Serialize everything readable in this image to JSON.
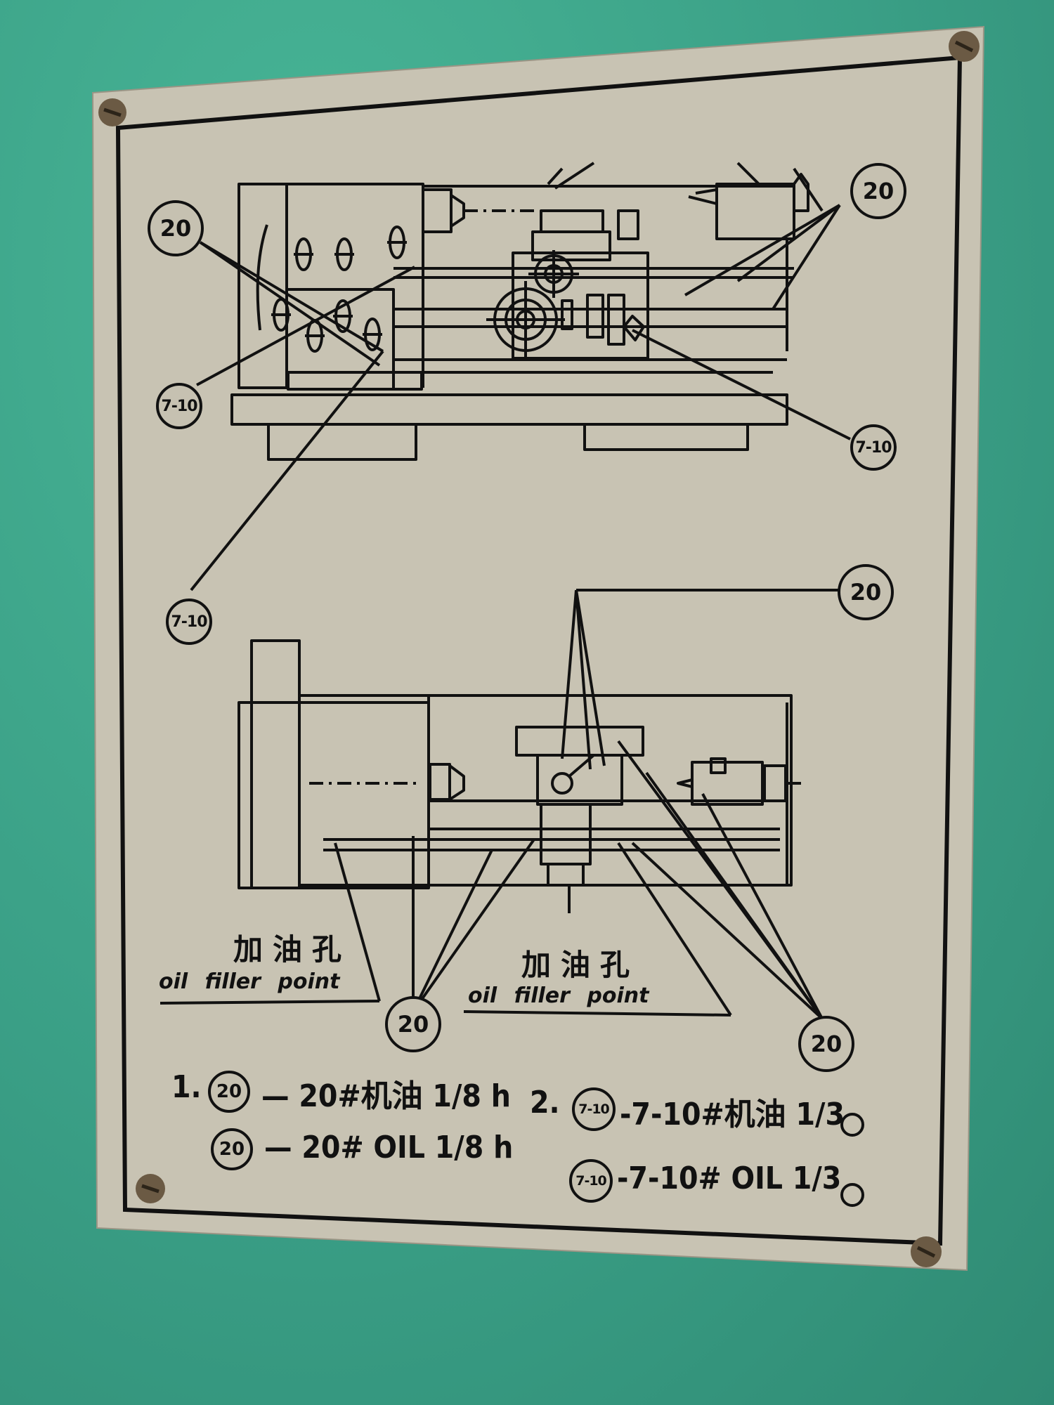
{
  "colors": {
    "background_green": "#3aa389",
    "plate_metal": "#c6c1b1",
    "ink": "#111111",
    "screw": "#6b5a44"
  },
  "callouts": {
    "oil_20": "20",
    "oil_7_10": "7-10"
  },
  "labels": {
    "cn_left": "加油孔",
    "en_left": "oil filler point",
    "cn_right": "加油孔",
    "en_right": "oil filler point"
  },
  "legend": {
    "row1_num": "1.",
    "row1_badge": "20",
    "row1_text": "— 20#机油  1/8 h",
    "row2_badge": "20",
    "row2_text": "— 20# OIL   1/8 h",
    "row1b_num": "2.",
    "row1b_badge": "7-10",
    "row1b_text": "-7-10#机油 1/3",
    "row2b_badge": "7-10",
    "row2b_text": "-7-10# OIL 1/3"
  }
}
